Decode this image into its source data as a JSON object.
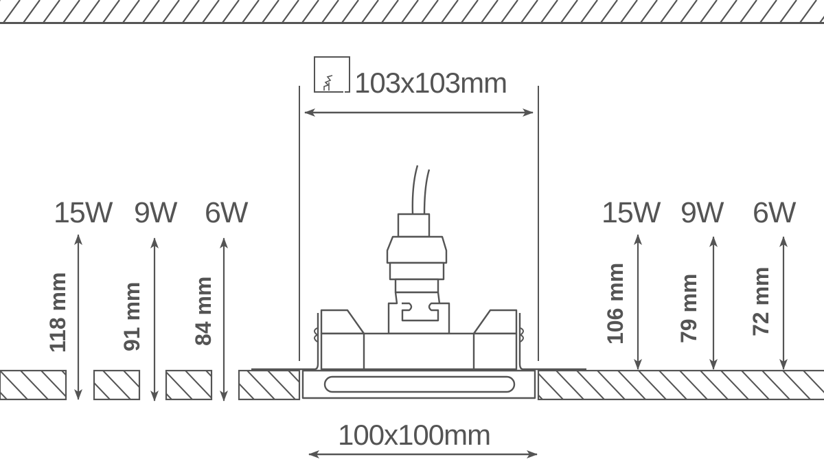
{
  "diagram": {
    "title": "Recessed square downlight installation dimensions",
    "colors": {
      "line": "#545454",
      "background": "#ffffff"
    },
    "top_dimension": {
      "label": "103x103mm",
      "icon": "cutout-hole-icon"
    },
    "bottom_dimension": {
      "label": "100x100mm"
    },
    "left_group": {
      "wattages": [
        "15W",
        "9W",
        "6W"
      ],
      "heights": [
        "118 mm",
        "91 mm",
        "84 mm"
      ]
    },
    "right_group": {
      "wattages": [
        "15W",
        "9W",
        "6W"
      ],
      "heights": [
        "106 mm",
        "79 mm",
        "72 mm"
      ]
    }
  }
}
